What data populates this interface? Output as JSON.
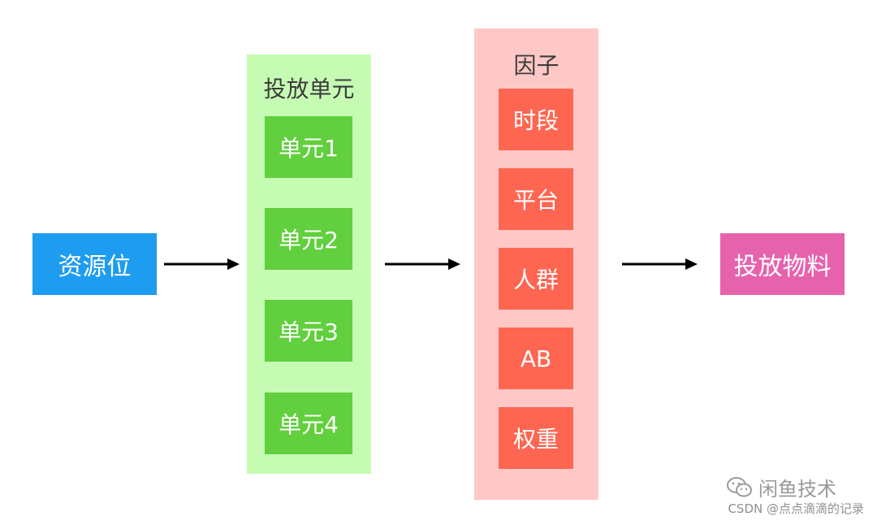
{
  "source": {
    "label": "资源位"
  },
  "units_panel": {
    "title": "投放单元",
    "items": [
      "单元1",
      "单元2",
      "单元3",
      "单元4"
    ]
  },
  "factors_panel": {
    "title": "因子",
    "items": [
      "时段",
      "平台",
      "人群",
      "AB",
      "权重"
    ]
  },
  "target": {
    "label": "投放物料"
  },
  "watermark": {
    "logo_text": "闲鱼技术",
    "credit": "CSDN @点点滴滴的记录"
  },
  "colors": {
    "source": "#1e9cef",
    "units_panel_bg": "#c6fbb3",
    "unit_box": "#62cf3e",
    "factors_panel_bg": "#fec8c6",
    "factor_box": "#fe6652",
    "target": "#e762ad"
  }
}
